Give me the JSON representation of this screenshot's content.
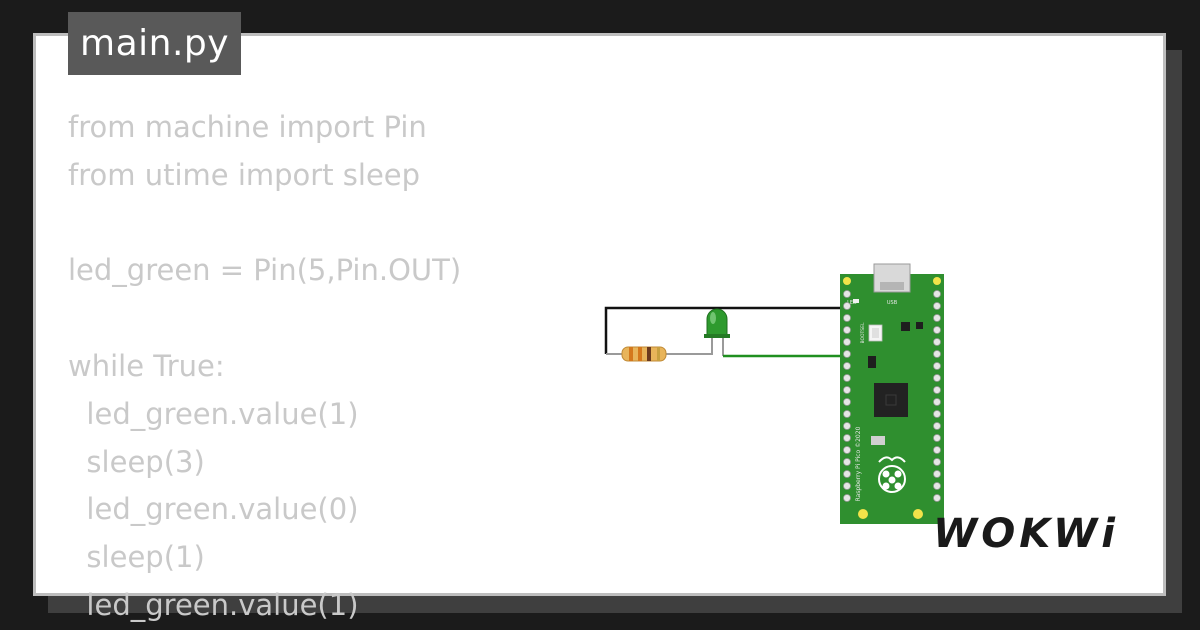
{
  "file_tab": {
    "label": "main.py"
  },
  "code_lines": [
    "from machine import Pin",
    "from utime import sleep",
    "",
    "led_green = Pin(5,Pin.OUT)",
    "",
    "while True:",
    "  led_green.value(1)",
    "  sleep(3)",
    "  led_green.value(0)",
    "  sleep(1)",
    "  led_green.value(1)"
  ],
  "board": {
    "usb_label": "USB",
    "led_label": "LED",
    "bootsel_label": "BOOTSEL",
    "name_label": "Raspberry Pi Pico ©2020"
  },
  "logo": {
    "text": "WOKWi"
  },
  "colors": {
    "board_green": "#2f8f2f",
    "led_green": "#2e9a2e",
    "wire_black": "#111111",
    "wire_green": "#1f8f1f",
    "pad_yellow": "#f2e34a"
  }
}
